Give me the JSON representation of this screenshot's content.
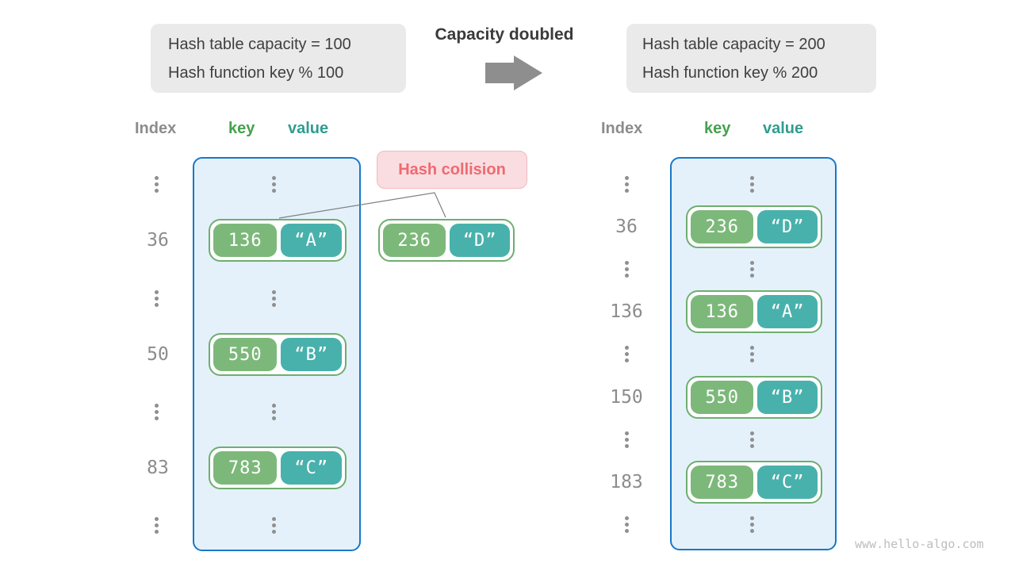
{
  "info_left": {
    "line1": "Hash table capacity = 100",
    "line2": "Hash function key % 100"
  },
  "transition": {
    "label": "Capacity doubled",
    "arrow_icon": "right-arrow"
  },
  "info_right": {
    "line1": "Hash table capacity = 200",
    "line2": "Hash function key % 200"
  },
  "collision": {
    "label": "Hash collision"
  },
  "collision_pair": {
    "key": "236",
    "value": "“D”"
  },
  "left_table": {
    "headers": {
      "index": "Index",
      "key": "key",
      "value": "value"
    },
    "rows": [
      {
        "type": "ellipsis"
      },
      {
        "type": "pair",
        "index": "36",
        "key": "136",
        "value": "“A”"
      },
      {
        "type": "ellipsis"
      },
      {
        "type": "pair",
        "index": "50",
        "key": "550",
        "value": "“B”"
      },
      {
        "type": "ellipsis"
      },
      {
        "type": "pair",
        "index": "83",
        "key": "783",
        "value": "“C”"
      },
      {
        "type": "ellipsis"
      }
    ]
  },
  "right_table": {
    "headers": {
      "index": "Index",
      "key": "key",
      "value": "value"
    },
    "rows": [
      {
        "type": "ellipsis"
      },
      {
        "type": "pair",
        "index": "36",
        "key": "236",
        "value": "“D”"
      },
      {
        "type": "ellipsis"
      },
      {
        "type": "pair",
        "index": "136",
        "key": "136",
        "value": "“A”"
      },
      {
        "type": "ellipsis"
      },
      {
        "type": "pair",
        "index": "150",
        "key": "550",
        "value": "“B”"
      },
      {
        "type": "ellipsis"
      },
      {
        "type": "pair",
        "index": "183",
        "key": "783",
        "value": "“C”"
      },
      {
        "type": "ellipsis"
      }
    ]
  },
  "watermark": "www.hello-algo.com",
  "colors": {
    "container_border": "#1878c8",
    "container_bg": "#e4f1fb",
    "key_box": "#7db87b",
    "value_box": "#49b1ac",
    "pair_border": "#6fae6f",
    "collision_bg": "#fadde0",
    "collision_border": "#f4b8be",
    "collision_text": "#ee6a72",
    "header_key": "#44a14e",
    "header_value": "#2f9d90",
    "index_gray": "#8c8c8c",
    "arrow_gray": "#8e8e8e",
    "info_bg": "#eaeaea",
    "info_text": "#3f3f3f",
    "dot_gray": "#8f8f8f",
    "line_gray": "#7f7f7f",
    "watermark_gray": "#bdbdbd"
  }
}
